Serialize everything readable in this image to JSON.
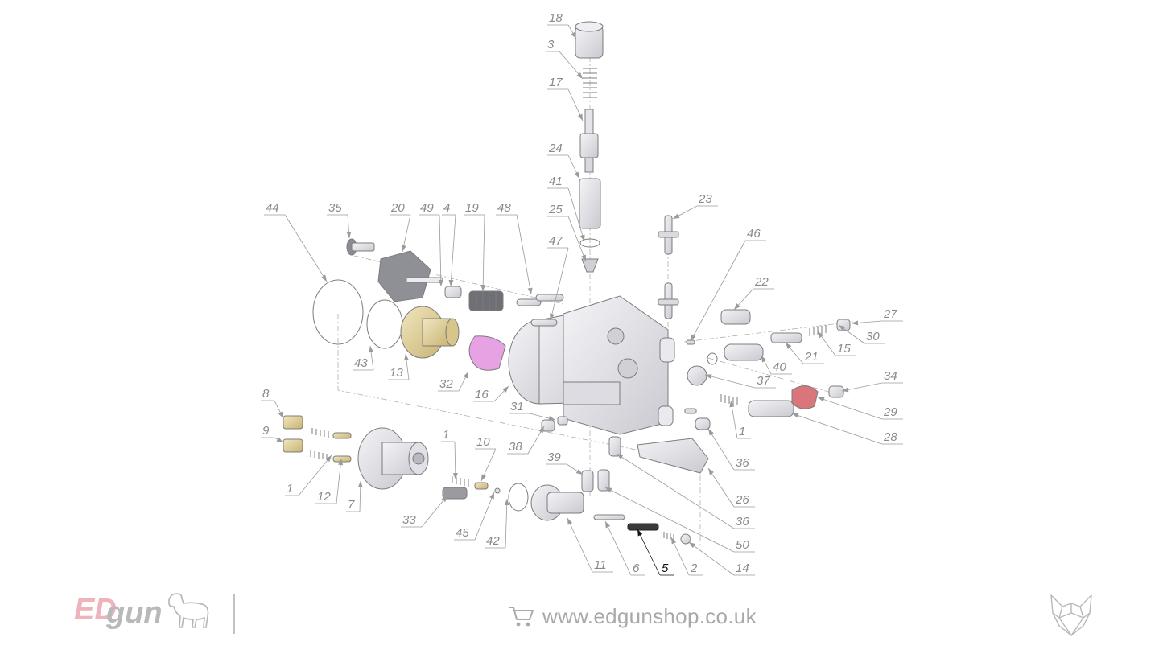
{
  "footer": {
    "logo_left": "ED",
    "logo_right": "gun",
    "shop_url": "www.edgunshop.co.uk",
    "icons": [
      "dog-logo-icon",
      "shopping-cart-icon",
      "wolf-head-icon"
    ]
  },
  "diagram": {
    "selected_part": "5",
    "highlight_color": "#111111",
    "part_colors": {
      "pink": "#e7a2e3",
      "red": "#d9757b",
      "brass": "#d8c58a",
      "grey": "#d8d8de"
    },
    "callouts": [
      {
        "id": "c18",
        "label": "18"
      },
      {
        "id": "c3",
        "label": "3"
      },
      {
        "id": "c17",
        "label": "17"
      },
      {
        "id": "c24",
        "label": "24"
      },
      {
        "id": "c41",
        "label": "41"
      },
      {
        "id": "c25",
        "label": "25"
      },
      {
        "id": "c47",
        "label": "47"
      },
      {
        "id": "c23",
        "label": "23"
      },
      {
        "id": "c44",
        "label": "44"
      },
      {
        "id": "c35",
        "label": "35"
      },
      {
        "id": "c20",
        "label": "20"
      },
      {
        "id": "c49",
        "label": "49"
      },
      {
        "id": "c4",
        "label": "4"
      },
      {
        "id": "c19",
        "label": "19"
      },
      {
        "id": "c48",
        "label": "48"
      },
      {
        "id": "c46",
        "label": "46"
      },
      {
        "id": "c22",
        "label": "22"
      },
      {
        "id": "c27",
        "label": "27"
      },
      {
        "id": "c30",
        "label": "30"
      },
      {
        "id": "c15",
        "label": "15"
      },
      {
        "id": "c21",
        "label": "21"
      },
      {
        "id": "c40",
        "label": "40"
      },
      {
        "id": "c37",
        "label": "37"
      },
      {
        "id": "c34",
        "label": "34"
      },
      {
        "id": "c29",
        "label": "29"
      },
      {
        "id": "c28",
        "label": "28"
      },
      {
        "id": "c1r",
        "label": "1"
      },
      {
        "id": "c36a",
        "label": "36"
      },
      {
        "id": "c26",
        "label": "26"
      },
      {
        "id": "c36b",
        "label": "36"
      },
      {
        "id": "c50",
        "label": "50"
      },
      {
        "id": "c14",
        "label": "14"
      },
      {
        "id": "c2",
        "label": "2"
      },
      {
        "id": "c5",
        "label": "5"
      },
      {
        "id": "c6",
        "label": "6"
      },
      {
        "id": "c11",
        "label": "11"
      },
      {
        "id": "c42",
        "label": "42"
      },
      {
        "id": "c45",
        "label": "45"
      },
      {
        "id": "c33",
        "label": "33"
      },
      {
        "id": "c10",
        "label": "10"
      },
      {
        "id": "c1m",
        "label": "1"
      },
      {
        "id": "c39",
        "label": "39"
      },
      {
        "id": "c38",
        "label": "38"
      },
      {
        "id": "c31",
        "label": "31"
      },
      {
        "id": "c16",
        "label": "16"
      },
      {
        "id": "c32",
        "label": "32"
      },
      {
        "id": "c13",
        "label": "13"
      },
      {
        "id": "c43",
        "label": "43"
      },
      {
        "id": "c8",
        "label": "8"
      },
      {
        "id": "c9",
        "label": "9"
      },
      {
        "id": "c1l",
        "label": "1"
      },
      {
        "id": "c12",
        "label": "12"
      },
      {
        "id": "c7",
        "label": "7"
      }
    ]
  }
}
